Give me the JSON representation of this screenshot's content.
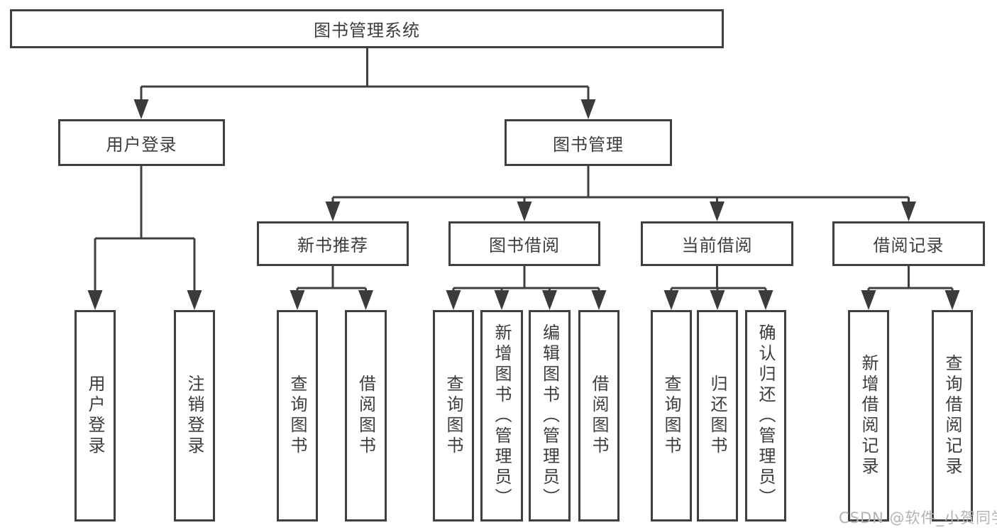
{
  "diagram": {
    "root": {
      "label": "图书管理系统"
    },
    "level2": [
      {
        "label": "用户登录",
        "children": [
          "用户登录",
          "注销登录"
        ]
      },
      {
        "label": "图书管理",
        "sections": [
          {
            "label": "新书推荐",
            "children": [
              "查询图书",
              "借阅图书"
            ]
          },
          {
            "label": "图书借阅",
            "children": [
              "查询图书",
              "新增图书（管理员）",
              "编辑图书（管理员）",
              "借阅图书"
            ]
          },
          {
            "label": "当前借阅",
            "children": [
              "查询图书",
              "归还图书",
              "确认归还（管理员）"
            ]
          },
          {
            "label": "借阅记录",
            "children": [
              "新增借阅记录",
              "查询借阅记录"
            ]
          }
        ]
      }
    ],
    "watermark": "CSDN @软件_小贺同学",
    "colors": {
      "line": "#404040",
      "text": "#3d3d3d",
      "watermark": "#b3b3b3"
    }
  }
}
